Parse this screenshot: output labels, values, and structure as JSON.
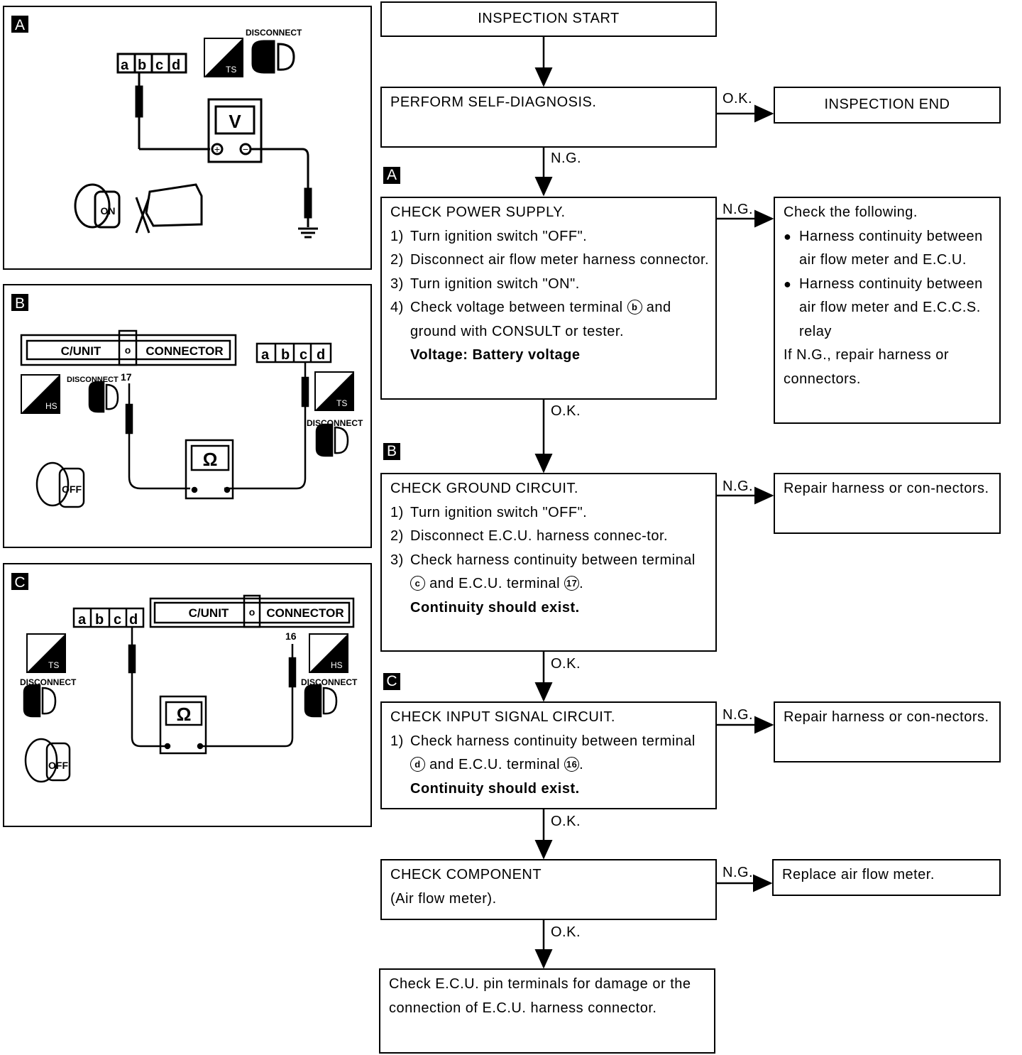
{
  "panels": {
    "A": {
      "tag": "A",
      "connector_letters": [
        "a",
        "b",
        "c",
        "d"
      ],
      "disconnect": "DISCONNECT",
      "ts": "TS",
      "meter": "V",
      "plus": "+",
      "minus": "−",
      "key": "ON"
    },
    "B": {
      "tag": "B",
      "cunit": "C/UNIT",
      "connector": "CONNECTOR",
      "o": "o",
      "connector_letters": [
        "a",
        "b",
        "c",
        "d"
      ],
      "hs": "HS",
      "ts": "TS",
      "disconnect_left": "DISCONNECT",
      "disconnect_right": "DISCONNECT",
      "pin": "17",
      "meter": "Ω",
      "key": "OFF"
    },
    "C": {
      "tag": "C",
      "cunit": "C/UNIT",
      "connector": "CONNECTOR",
      "o": "o",
      "connector_letters": [
        "a",
        "b",
        "c",
        "d"
      ],
      "ts": "TS",
      "hs": "HS",
      "disconnect_left": "DISCONNECT",
      "disconnect_right": "DISCONNECT",
      "pin": "16",
      "meter": "Ω",
      "key": "OFF"
    }
  },
  "flow": {
    "start": "INSPECTION START",
    "self_diag": "PERFORM SELF-DIAGNOSIS.",
    "end": "INSPECTION END",
    "power": {
      "title": "CHECK POWER SUPPLY.",
      "s1n": "1)",
      "s1": "Turn ignition switch \"OFF\".",
      "s2n": "2)",
      "s2": "Disconnect air flow meter harness connector.",
      "s3n": "3)",
      "s3": "Turn ignition switch \"ON\".",
      "s4n": "4)",
      "s4a": "Check voltage between terminal",
      "s4t": "b",
      "s4b": "and ground with CONSULT or tester.",
      "result": "Voltage: Battery voltage"
    },
    "power_ng": {
      "title": "Check the following.",
      "b1": "Harness continuity between air flow meter and E.C.U.",
      "b2": "Harness continuity between air flow meter and E.C.C.S. relay",
      "tail": "If N.G., repair harness or connectors."
    },
    "ground": {
      "title": "CHECK GROUND CIRCUIT.",
      "s1n": "1)",
      "s1": "Turn ignition switch \"OFF\".",
      "s2n": "2)",
      "s2": "Disconnect E.C.U. harness connec-tor.",
      "s3n": "3)",
      "s3a": "Check harness continuity between terminal",
      "s3t": "c",
      "s3b": "and E.C.U. terminal",
      "s3p": "17",
      "result": "Continuity should exist."
    },
    "ground_ng": "Repair harness or con-nectors.",
    "input": {
      "title": "CHECK INPUT SIGNAL CIRCUIT.",
      "s1n": "1)",
      "s1a": "Check harness continuity between terminal",
      "s1t": "d",
      "s1b": "and E.C.U. terminal",
      "s1p": "16",
      "result": "Continuity should exist."
    },
    "input_ng": "Repair harness or con-nectors.",
    "component": {
      "l1": "CHECK COMPONENT",
      "l2": "(Air flow meter)."
    },
    "component_ng": "Replace air flow meter.",
    "final": "Check E.C.U. pin terminals for damage or the connection of E.C.U. harness connector.",
    "labels": {
      "ok": "O.K.",
      "ng": "N.G.",
      "tagA": "A",
      "tagB": "B",
      "tagC": "C"
    }
  }
}
